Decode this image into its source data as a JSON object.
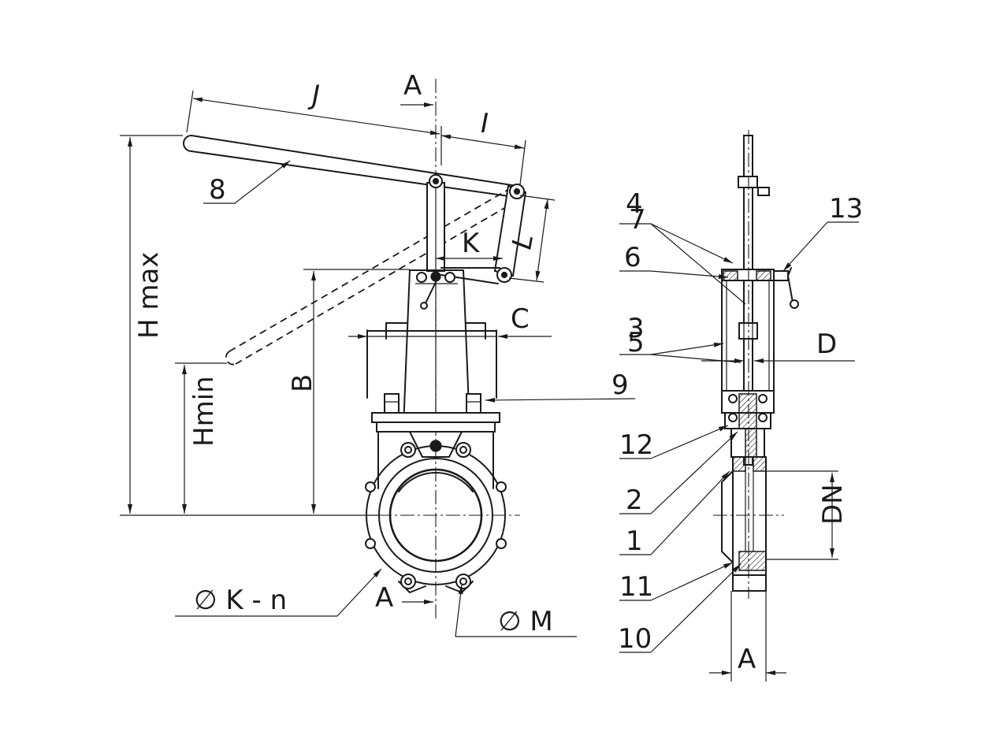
{
  "dimensions": {
    "J": "J",
    "A_top": "A",
    "I": "I",
    "L": "L",
    "K": "K",
    "C": "C",
    "B": "B",
    "H_max": "H max",
    "H_min": "Hmin",
    "K_n": "∅ K - n",
    "A_bottom": "A",
    "M": "∅ M",
    "D": "D",
    "DN": "DN",
    "A_side": "A"
  },
  "parts": {
    "p1": "1",
    "p2": "2",
    "p3": "3",
    "p4": "4",
    "p5": "5",
    "p6": "6",
    "p7": "7",
    "p8": "8",
    "p9": "9",
    "p10": "10",
    "p11": "11",
    "p12": "12",
    "p13": "13"
  }
}
